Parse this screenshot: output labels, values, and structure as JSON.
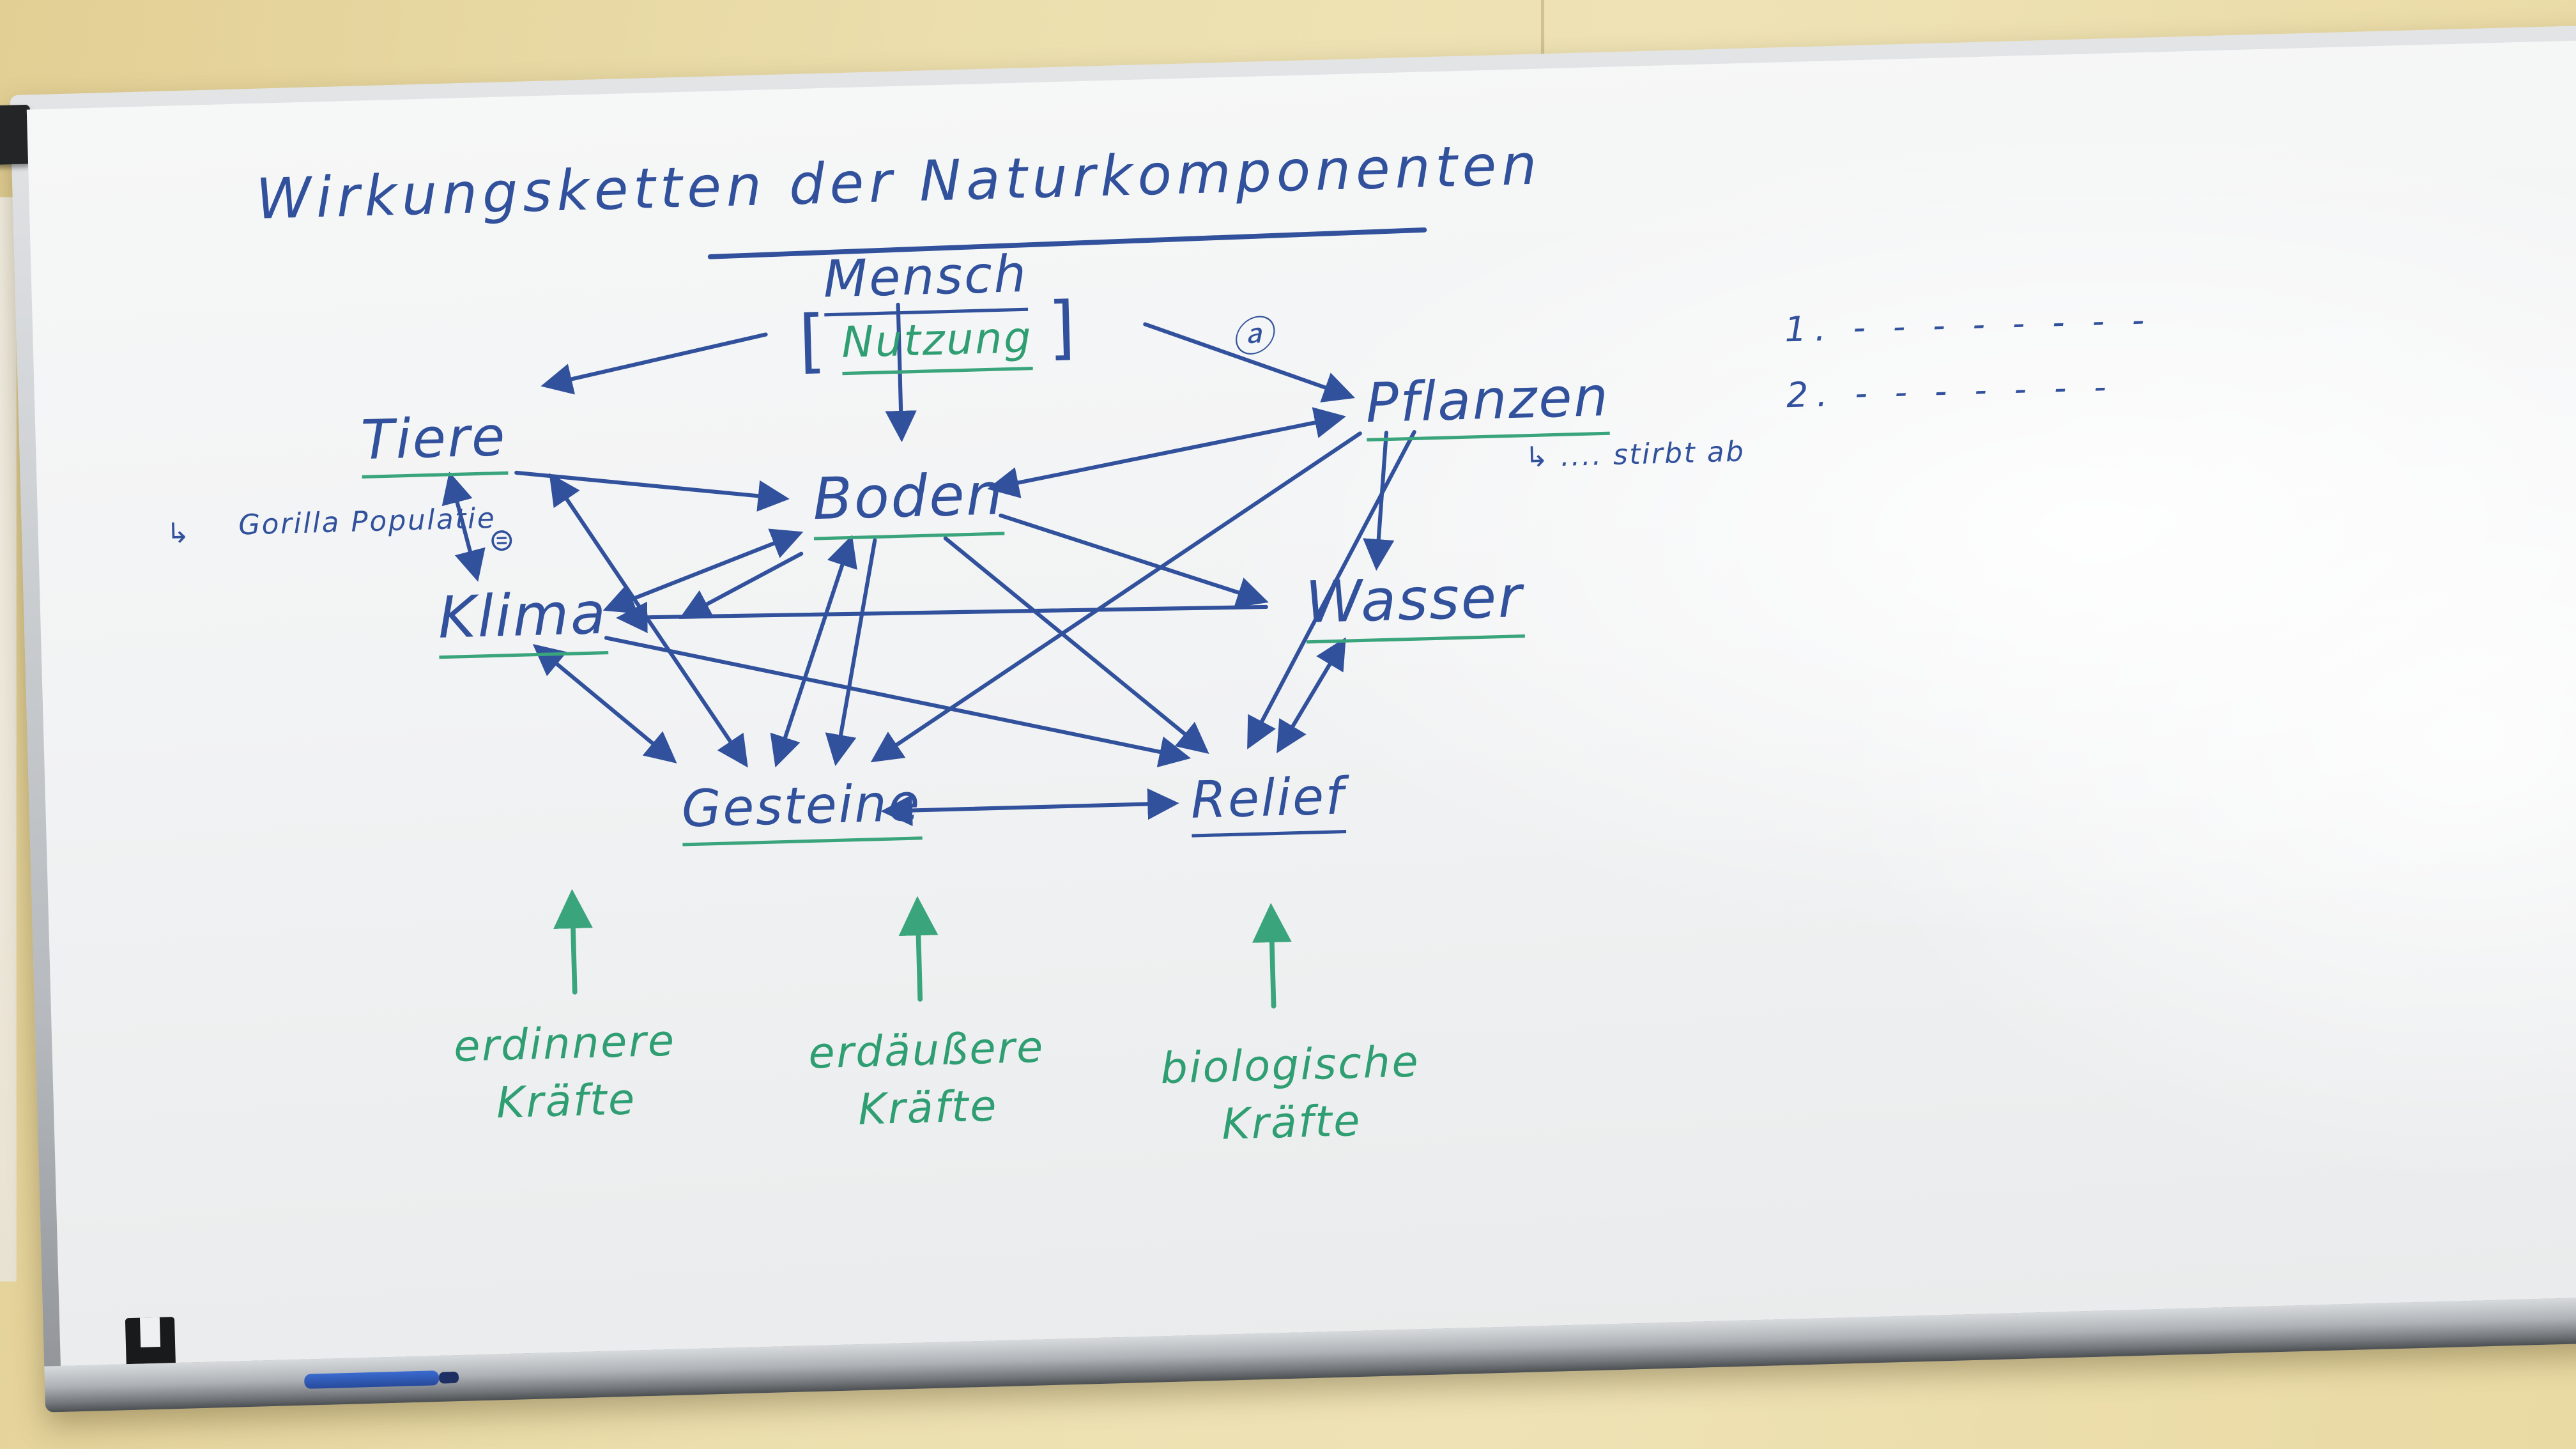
{
  "diagram": {
    "title": "Wirkungsketten der Naturkomponenten",
    "nodes": {
      "mensch": "Mensch",
      "nutzung": "Nutzung",
      "bracket_left": "[",
      "bracket_right": "]",
      "tiere": "Tiere",
      "pflanzen": "Pflanzen",
      "boden": "Boden",
      "klima": "Klima",
      "wasser": "Wasser",
      "gesteine": "Gesteine",
      "relief": "Relief"
    },
    "annotations": {
      "circled_a": "ⓐ",
      "gorilla_arrow": "↳",
      "gorilla": "Gorilla Populatie",
      "circled_mark": "⊜",
      "stirbt_ab": "↳ .... stirbt ab",
      "list_1": "1. - - - - - - - -",
      "list_2": "2. - - - - - - -"
    },
    "forces": [
      {
        "line1": "erdinnere",
        "line2": "Kräfte"
      },
      {
        "line1": "erdäußere",
        "line2": "Kräfte"
      },
      {
        "line1": "biologische",
        "line2": "Kräfte"
      }
    ],
    "colors": {
      "ink_blue": "#31519c",
      "ink_green": "#2f9e72",
      "wall": "#e9dba6"
    }
  }
}
